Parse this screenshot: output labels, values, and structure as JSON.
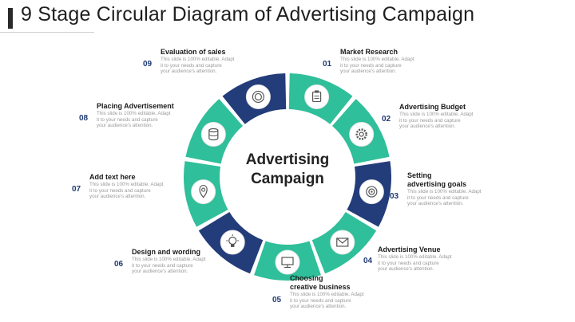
{
  "title": "9 Stage Circular Diagram of Advertising Campaign",
  "center": {
    "line1": "Advertising",
    "line2": "Campaign"
  },
  "colors": {
    "navy": "#233c7a",
    "teal": "#2fbf9a",
    "accent_num": "#1f3b73"
  },
  "stages": [
    {
      "num": "01",
      "head1": "Market Research",
      "head2": "",
      "icon": "clipboard-icon",
      "desc1": "This slide is 100% editable. Adapt",
      "desc2": "it to your needs and capture",
      "desc3": "your audience's attention."
    },
    {
      "num": "02",
      "head1": "Advertising Budget",
      "head2": "",
      "icon": "gear-icon",
      "desc1": "This slide is 100% editable. Adapt",
      "desc2": "it to your needs and capture",
      "desc3": "your audience's attention."
    },
    {
      "num": "03",
      "head1": "Setting",
      "head2": "advertising goals",
      "icon": "target-icon",
      "desc1": "This slide is 100% editable. Adapt",
      "desc2": "it to your needs and capture",
      "desc3": "your audience's attention."
    },
    {
      "num": "04",
      "head1": "Advertising Venue",
      "head2": "",
      "icon": "envelope-icon",
      "desc1": "This slide is 100% editable. Adapt",
      "desc2": "it to your needs and capture",
      "desc3": "your audience's attention."
    },
    {
      "num": "05",
      "head1": "Choosing",
      "head2": "creative business",
      "icon": "monitor-icon",
      "desc1": "This slide is 100% editable. Adapt",
      "desc2": "it to your needs and capture",
      "desc3": "your audience's attention."
    },
    {
      "num": "06",
      "head1": "Design and wording",
      "head2": "",
      "icon": "lightbulb-icon",
      "desc1": "This slide is 100% editable. Adapt",
      "desc2": "it to your needs and capture",
      "desc3": "your audience's attention."
    },
    {
      "num": "07",
      "head1": "Add text here",
      "head2": "",
      "icon": "location-pin-icon",
      "desc1": "This slide is 100% editable. Adapt",
      "desc2": "it to your needs and capture",
      "desc3": "your audience's attention."
    },
    {
      "num": "08",
      "head1": "Placing Advertisement",
      "head2": "",
      "icon": "database-icon",
      "desc1": "This slide is 100% editable. Adapt",
      "desc2": "it to your needs and capture",
      "desc3": "your audience's attention."
    },
    {
      "num": "09",
      "head1": "Evaluation of sales",
      "head2": "",
      "icon": "coin-icon",
      "desc1": "This slide is 100% editable. Adapt",
      "desc2": "it to your needs and capture",
      "desc3": "your audience's attention."
    }
  ]
}
